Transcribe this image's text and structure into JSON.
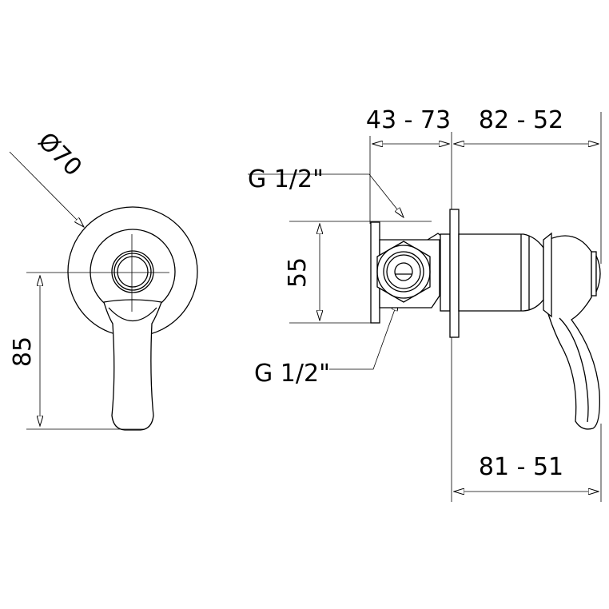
{
  "front_view": {
    "diameter_label": "Ø70",
    "height_label": "85"
  },
  "side_view": {
    "depth_range_label": "43 - 73",
    "handle_range_label": "82 - 52",
    "overall_range_label": "81 - 51",
    "height_label": "55",
    "inlet_top_label": "G 1/2\"",
    "inlet_bottom_label": "G 1/2\""
  },
  "colors": {
    "line": "#000000",
    "background": "#ffffff"
  }
}
